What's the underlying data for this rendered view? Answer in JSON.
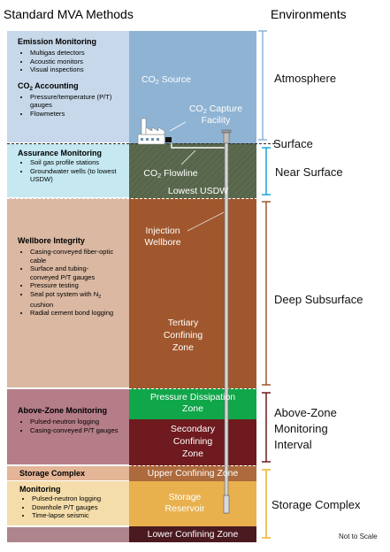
{
  "header": {
    "left_title": "Standard MVA Methods",
    "right_title": "Environments"
  },
  "mva_boxes": {
    "emission": {
      "title": "Emission Monitoring",
      "items": [
        "Multigas detectors",
        "Acoustic monitors",
        "Visual inspections"
      ]
    },
    "co2_accounting": {
      "title_prefix": "CO",
      "title_sub": "2",
      "title_suffix": " Accounting",
      "items": [
        "Pressure/temperature (P/T) gauges",
        "Flowmeters"
      ]
    },
    "assurance": {
      "title": "Assurance Monitoring",
      "items": [
        "Soil gas profile stations",
        "Groundwater wells (to lowest USDW)"
      ]
    },
    "wellbore": {
      "title": "Wellbore Integrity",
      "items": [
        "Casing-conveyed fiber-optic cable",
        "Surface and tubing-conveyed P/T gauges",
        "Pressure testing"
      ],
      "n2_prefix": "Seal pot system with N",
      "n2_sub": "2",
      "n2_suffix": " cushion",
      "items_after": [
        "Radial cement bond logging"
      ]
    },
    "above_zone": {
      "title": "Above-Zone Monitoring",
      "items": [
        "Pulsed-neutron logging",
        "Casing-conveyed P/T gauges"
      ]
    },
    "storage_complex": {
      "title": "Storage Complex"
    },
    "monitoring": {
      "title": "Monitoring",
      "items": [
        "Pulsed-neutron logging",
        "Downhole P/T gauges",
        "Time-lapse seismic"
      ]
    }
  },
  "zones": {
    "co2_source": {
      "prefix": "CO",
      "sub": "2",
      "suffix": " Source"
    },
    "co2_capture_line1": {
      "prefix": "CO",
      "sub": "2",
      "suffix": " Capture"
    },
    "co2_capture_line2": "Facility",
    "co2_flowline": {
      "prefix": "CO",
      "sub": "2",
      "suffix": " Flowline"
    },
    "lowest_usdw": "Lowest USDW",
    "injection_wellbore": [
      "Injection",
      "Wellbore"
    ],
    "tertiary": [
      "Tertiary",
      "Confining",
      "Zone"
    ],
    "pressure_dissipation": [
      "Pressure Dissipation",
      "Zone"
    ],
    "secondary": [
      "Secondary",
      "Confining",
      "Zone"
    ],
    "upper_confining": "Upper Confining Zone",
    "storage_reservoir": [
      "Storage",
      "Reservoir"
    ],
    "lower_confining": "Lower Confining Zone"
  },
  "environments": {
    "atmosphere": "Atmosphere",
    "surface": "Surface",
    "near_surface": "Near Surface",
    "deep_subsurface": "Deep Subsurface",
    "above_zone": [
      "Above-Zone",
      "Monitoring",
      "Interval"
    ],
    "storage_complex": "Storage Complex"
  },
  "footer": {
    "note": "Not to Scale"
  },
  "colors": {
    "atmosphere": "#8fb3d3",
    "emission_box": "#c7d8ea",
    "near_surface": "#5b6a4e",
    "assurance_box": "#c5e8f1",
    "deep_subsurface": "#a1572d",
    "wellbore_box": "#dab8a2",
    "pressure_dissipation": "#10a64a",
    "secondary": "#6e1a1e",
    "above_zone_box": "#b47d88",
    "upper_confining": "#ad6a3c",
    "storage_complex_box": "#e4b597",
    "storage_reservoir": "#e9b14e",
    "monitoring_box": "#f4ddaa",
    "lower_confining": "#4b1a20",
    "lower_left_box": "#ae848d",
    "bracket_light": "#8bb3d6",
    "bracket_cyan": "#1aa2d8",
    "bracket_brown": "#a1572d",
    "bracket_dark": "#6e1a1e",
    "bracket_gold": "#f0b030"
  }
}
